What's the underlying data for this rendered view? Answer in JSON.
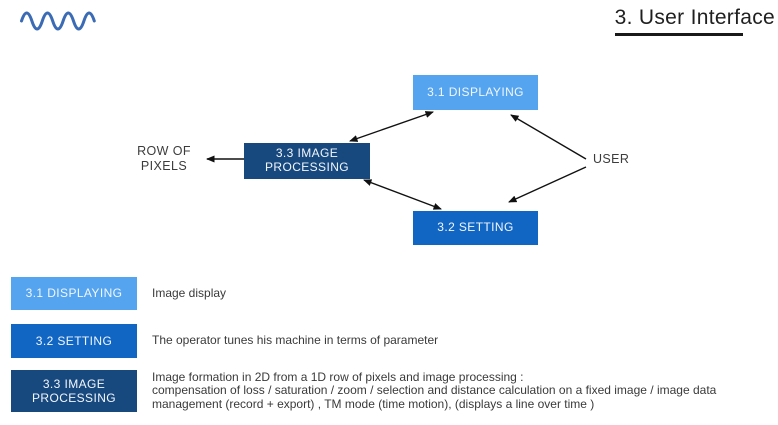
{
  "header": {
    "title": "3. User Interface"
  },
  "colors": {
    "light_blue": "#54A4F0",
    "medium_blue": "#1166C4",
    "dark_blue": "#17497F",
    "logo_blue": "#3A6BB4"
  },
  "diagram": {
    "nodes": {
      "displaying": {
        "label": "3.1 DISPLAYING"
      },
      "processing": {
        "label": "3.3 IMAGE\nPROCESSING"
      },
      "setting": {
        "label": "3.2 SETTING"
      },
      "user": {
        "label": "USER"
      },
      "row_of_pixels": {
        "label": "ROW OF\nPIXELS"
      }
    }
  },
  "legend": {
    "items": [
      {
        "label": "3.1 DISPLAYING",
        "description": "Image display"
      },
      {
        "label": "3.2 SETTING",
        "description": "The operator tunes his machine in terms of parameter"
      },
      {
        "label": "3.3 IMAGE\nPROCESSING",
        "description": "Image formation in 2D from a 1D row of pixels and image processing :\ncompensation of loss / saturation / zoom / selection and distance calculation on a fixed image / image data\nmanagement (record + export) , TM mode (time motion), (displays a line over time )"
      }
    ]
  }
}
